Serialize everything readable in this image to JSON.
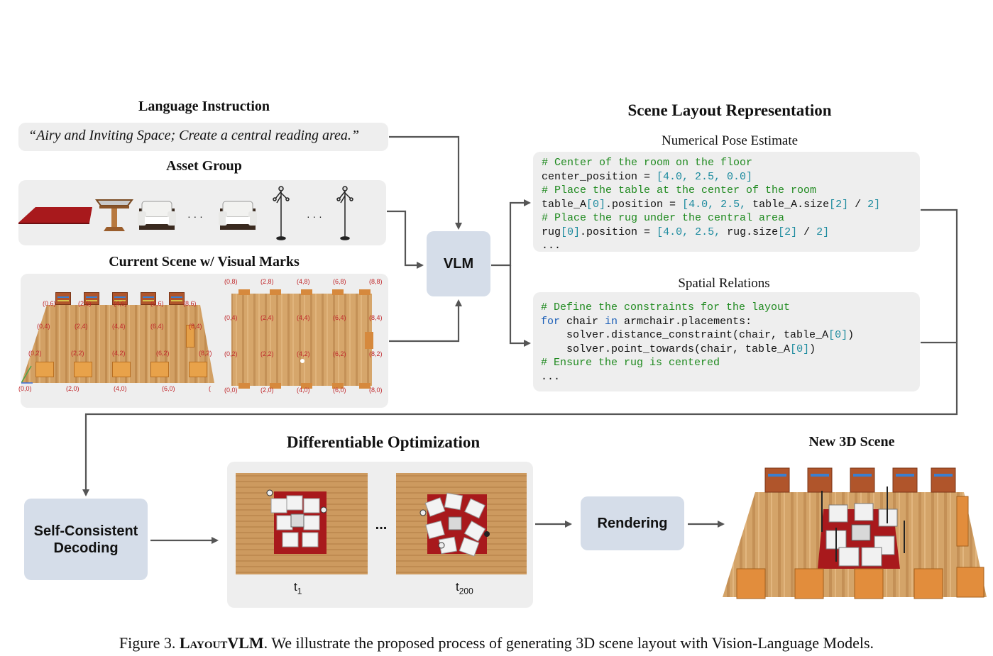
{
  "headings": {
    "language_instruction": "Language Instruction",
    "asset_group": "Asset Group",
    "current_scene": "Current Scene w/ Visual Marks",
    "scene_layout": "Scene Layout Representation",
    "numerical_pose": "Numerical Pose Estimate",
    "spatial_relations": "Spatial Relations",
    "diff_opt": "Differentiable Optimization",
    "new_scene": "New 3D Scene"
  },
  "instruction_text": "“Airy and Inviting Space; Create a central reading area.”",
  "asset_ellipsis": "· · ·",
  "boxes": {
    "vlm": "VLM",
    "decoding": "Self-Consistent Decoding",
    "rendering": "Rendering"
  },
  "code_pose": [
    [
      {
        "t": "# Center of the room on the floor",
        "c": "cm"
      }
    ],
    [
      {
        "t": "center_position = "
      },
      {
        "t": "[4.0, 2.5, 0.0]",
        "c": "num"
      }
    ],
    [
      {
        "t": "# Place the table at the center of the room",
        "c": "cm"
      }
    ],
    [
      {
        "t": "table_A"
      },
      {
        "t": "[0]",
        "c": "num"
      },
      {
        "t": ".position = "
      },
      {
        "t": "[4.0, 2.5,",
        "c": "num"
      },
      {
        "t": " table_A.size"
      },
      {
        "t": "[2]",
        "c": "num"
      },
      {
        "t": " / "
      },
      {
        "t": "2]",
        "c": "num"
      }
    ],
    [
      {
        "t": "# Place the rug under the central area",
        "c": "cm"
      }
    ],
    [
      {
        "t": "rug"
      },
      {
        "t": "[0]",
        "c": "num"
      },
      {
        "t": ".position = "
      },
      {
        "t": "[4.0, 2.5,",
        "c": "num"
      },
      {
        "t": " rug.size"
      },
      {
        "t": "[2]",
        "c": "num"
      },
      {
        "t": " / "
      },
      {
        "t": "2]",
        "c": "num"
      }
    ],
    [
      {
        "t": "..."
      }
    ]
  ],
  "code_spatial": [
    [
      {
        "t": "# Define the constraints for the layout",
        "c": "cm"
      }
    ],
    [
      {
        "t": "for",
        "c": "kw"
      },
      {
        "t": " chair "
      },
      {
        "t": "in",
        "c": "kw"
      },
      {
        "t": " armchair.placements:"
      }
    ],
    [
      {
        "t": "    solver.distance_constraint(chair, table_A"
      },
      {
        "t": "[0]",
        "c": "num"
      },
      {
        "t": ")"
      }
    ],
    [
      {
        "t": "    solver.point_towards(chair, table_A"
      },
      {
        "t": "[0]",
        "c": "num"
      },
      {
        "t": ")"
      }
    ],
    [
      {
        "t": "# Ensure the rug is centered",
        "c": "cm"
      }
    ],
    [
      {
        "t": "..."
      }
    ]
  ],
  "marks_left": [
    "(0,6)",
    "(2,6)",
    "(4,6)",
    "(6,6)",
    "(8,6)",
    "(0,4)",
    "(2,4)",
    "(4,4)",
    "(6,4)",
    "(8,4)",
    "(0,2)",
    "(2,2)",
    "(4,2)",
    "(6,2)",
    "(8,2)",
    "(0,0)",
    "(2,0)",
    "(4,0)",
    "(6,0)",
    "("
  ],
  "marks_right": [
    "(0,8)",
    "(2,8)",
    "(4,8)",
    "(6,8)",
    "(8,8)",
    "(0,4)",
    "(2,4)",
    "(4,4)",
    "(6,4)",
    "(8,4)",
    "(0,2)",
    "(2,2)",
    "(4,2)",
    "(6,2)",
    "(8,2)",
    "(0,0)",
    "(2,0)",
    "(4,0)",
    "(6,0)",
    "(8,0)"
  ],
  "opt": {
    "ellipsis": "...",
    "t1": "t",
    "t1_sub": "1",
    "t200": "t",
    "t200_sub": "200"
  },
  "caption": {
    "prefix": "Figure 3. ",
    "name": "LayoutVLM",
    "rest": ". We illustrate the proposed process of generating 3D scene layout with Vision-Language Models."
  },
  "colors": {
    "panel": "#eeeeee",
    "box": "#d5dde9",
    "arrow": "#555555",
    "comment": "#1f8a1f",
    "keyword": "#1b5fb8",
    "number": "#1b8a9e",
    "rug": "#a8191c",
    "wood": "#d2a064"
  }
}
